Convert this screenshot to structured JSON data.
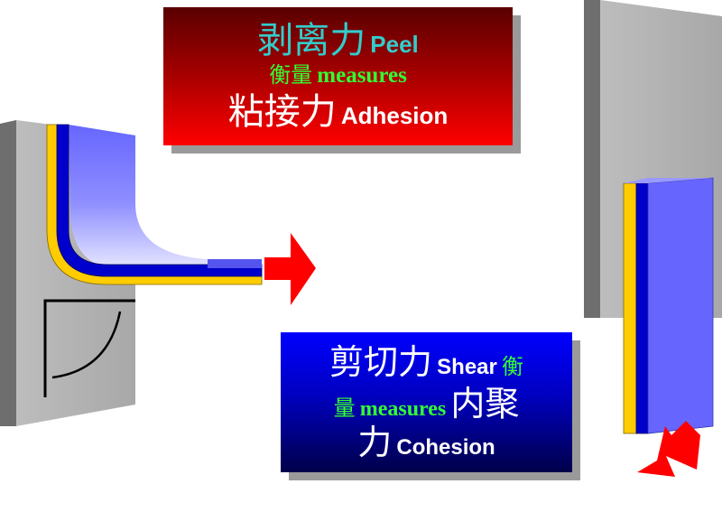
{
  "peel": {
    "line1_cjk": "剥离力",
    "line1_en": "Peel",
    "line2_cjk": "衡量",
    "line2_en": "measures",
    "line3_cjk": "粘接力",
    "line3_en": "Adhesion"
  },
  "shear": {
    "line1_cjk": "剪切力",
    "line1_en": "Shear",
    "line1_cjk2": "衡",
    "line2_cjk": "量",
    "line2_en": "measures",
    "line2_cjk2": "内聚",
    "line3_cjk": "力",
    "line3_en": "Cohesion"
  },
  "colors": {
    "peel_title": "#33cccc",
    "measures": "#33ff33",
    "white": "#ffffff",
    "tape_blue": "#6666ff",
    "tape_dark_blue": "#0000cc",
    "tape_yellow": "#ffcc00",
    "arrow_red": "#ff0000",
    "panel_gray": "#b2b2b2"
  }
}
